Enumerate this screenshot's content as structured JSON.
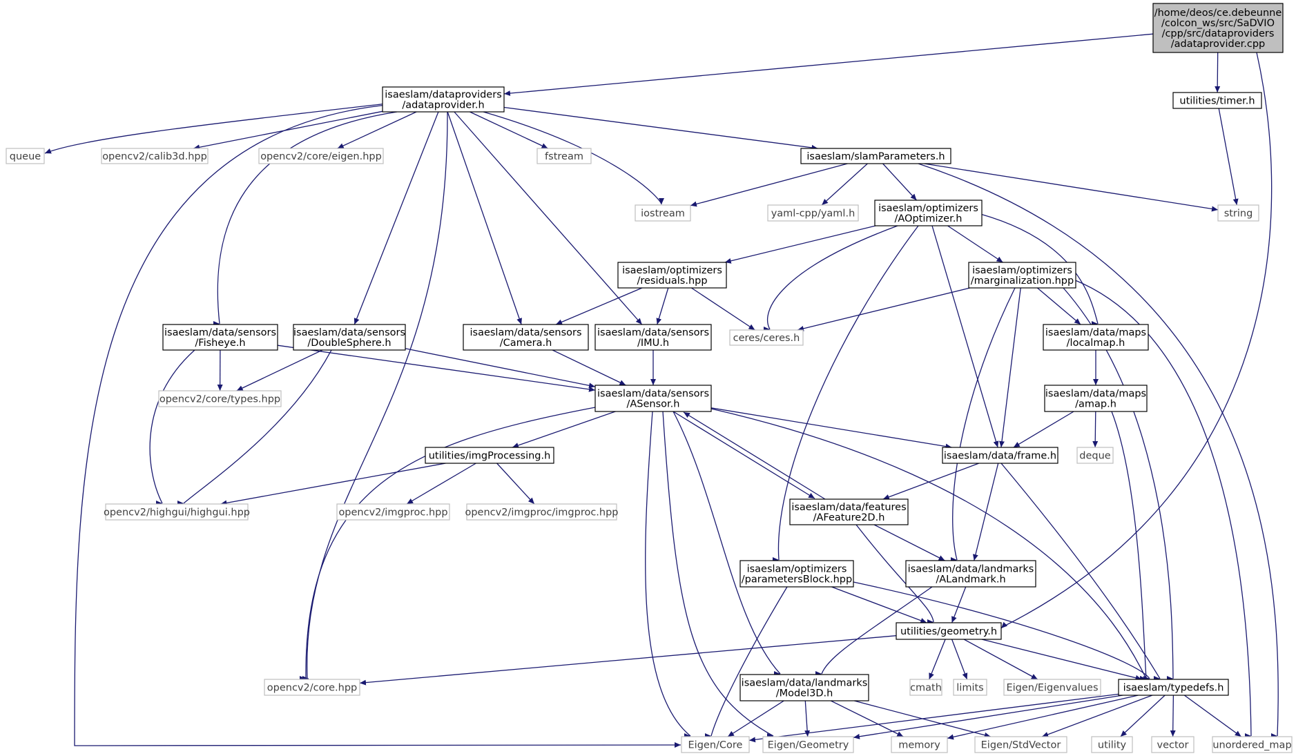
{
  "colors": {
    "edge": "#191970",
    "node_border": "#000000",
    "system_border": "#bfbfbf",
    "system_text": "#404040",
    "root_fill": "#bfbfbf",
    "text": "#000000"
  },
  "nodes": {
    "root": {
      "lines": [
        "/home/deos/ce.debeunne",
        "/colcon_ws/src/SaDVIO",
        "/cpp/src/dataproviders",
        "/adataprovider.cpp"
      ],
      "kind": "root"
    },
    "adataprovider_h": {
      "lines": [
        "isaeslam/dataproviders",
        "/adataprovider.h"
      ],
      "kind": "local"
    },
    "timer_h": {
      "lines": [
        "utilities/timer.h"
      ],
      "kind": "local"
    },
    "queue": {
      "lines": [
        "queue"
      ],
      "kind": "system"
    },
    "calib3d": {
      "lines": [
        "opencv2/calib3d.hpp"
      ],
      "kind": "system"
    },
    "core_eigen": {
      "lines": [
        "opencv2/core/eigen.hpp"
      ],
      "kind": "system"
    },
    "fstream": {
      "lines": [
        "fstream"
      ],
      "kind": "system"
    },
    "slamParameters": {
      "lines": [
        "isaeslam/slamParameters.h"
      ],
      "kind": "local"
    },
    "iostream": {
      "lines": [
        "iostream"
      ],
      "kind": "system"
    },
    "yaml": {
      "lines": [
        "yaml-cpp/yaml.h"
      ],
      "kind": "system"
    },
    "string": {
      "lines": [
        "string"
      ],
      "kind": "system"
    },
    "aoptimizer": {
      "lines": [
        "isaeslam/optimizers",
        "/AOptimizer.h"
      ],
      "kind": "local"
    },
    "residuals": {
      "lines": [
        "isaeslam/optimizers",
        "/residuals.hpp"
      ],
      "kind": "local"
    },
    "marginalization": {
      "lines": [
        "isaeslam/optimizers",
        "/marginalization.hpp"
      ],
      "kind": "local"
    },
    "fisheye": {
      "lines": [
        "isaeslam/data/sensors",
        "/Fisheye.h"
      ],
      "kind": "local"
    },
    "doublesphere": {
      "lines": [
        "isaeslam/data/sensors",
        "/DoubleSphere.h"
      ],
      "kind": "local"
    },
    "camera": {
      "lines": [
        "isaeslam/data/sensors",
        "/Camera.h"
      ],
      "kind": "local"
    },
    "imu": {
      "lines": [
        "isaeslam/data/sensors",
        "/IMU.h"
      ],
      "kind": "local"
    },
    "ceres": {
      "lines": [
        "ceres/ceres.h"
      ],
      "kind": "system"
    },
    "localmap": {
      "lines": [
        "isaeslam/data/maps",
        "/localmap.h"
      ],
      "kind": "local"
    },
    "types": {
      "lines": [
        "opencv2/core/types.hpp"
      ],
      "kind": "system"
    },
    "asensor": {
      "lines": [
        "isaeslam/data/sensors",
        "/ASensor.h"
      ],
      "kind": "local"
    },
    "amap": {
      "lines": [
        "isaeslam/data/maps",
        "/amap.h"
      ],
      "kind": "local"
    },
    "imgprocessing": {
      "lines": [
        "utilities/imgProcessing.h"
      ],
      "kind": "local"
    },
    "frame": {
      "lines": [
        "isaeslam/data/frame.h"
      ],
      "kind": "local"
    },
    "deque": {
      "lines": [
        "deque"
      ],
      "kind": "system"
    },
    "highgui": {
      "lines": [
        "opencv2/highgui/highgui.hpp"
      ],
      "kind": "system"
    },
    "imgproc": {
      "lines": [
        "opencv2/imgproc.hpp"
      ],
      "kind": "system"
    },
    "imgproc_imgproc": {
      "lines": [
        "opencv2/imgproc/imgproc.hpp"
      ],
      "kind": "system"
    },
    "afeature2d": {
      "lines": [
        "isaeslam/data/features",
        "/AFeature2D.h"
      ],
      "kind": "local"
    },
    "paramblock": {
      "lines": [
        "isaeslam/optimizers",
        "/parametersBlock.hpp"
      ],
      "kind": "local"
    },
    "alandmark": {
      "lines": [
        "isaeslam/data/landmarks",
        "/ALandmark.h"
      ],
      "kind": "local"
    },
    "geometry": {
      "lines": [
        "utilities/geometry.h"
      ],
      "kind": "local"
    },
    "core_hpp": {
      "lines": [
        "opencv2/core.hpp"
      ],
      "kind": "system"
    },
    "model3d": {
      "lines": [
        "isaeslam/data/landmarks",
        "/Model3D.h"
      ],
      "kind": "local"
    },
    "cmath": {
      "lines": [
        "cmath"
      ],
      "kind": "system"
    },
    "limits": {
      "lines": [
        "limits"
      ],
      "kind": "system"
    },
    "eigenvalues": {
      "lines": [
        "Eigen/Eigenvalues"
      ],
      "kind": "system"
    },
    "typedefs": {
      "lines": [
        "isaeslam/typedefs.h"
      ],
      "kind": "local"
    },
    "eigen_core": {
      "lines": [
        "Eigen/Core"
      ],
      "kind": "system"
    },
    "eigen_geometry": {
      "lines": [
        "Eigen/Geometry"
      ],
      "kind": "system"
    },
    "memory": {
      "lines": [
        "memory"
      ],
      "kind": "system"
    },
    "stdvector": {
      "lines": [
        "Eigen/StdVector"
      ],
      "kind": "system"
    },
    "utility": {
      "lines": [
        "utility"
      ],
      "kind": "system"
    },
    "vector": {
      "lines": [
        "vector"
      ],
      "kind": "system"
    },
    "unordered_map": {
      "lines": [
        "unordered_map"
      ],
      "kind": "system"
    }
  },
  "edges": [
    [
      "root",
      "adataprovider_h"
    ],
    [
      "root",
      "timer_h"
    ],
    [
      "root",
      "geometry"
    ],
    [
      "timer_h",
      "string"
    ],
    [
      "adataprovider_h",
      "queue"
    ],
    [
      "adataprovider_h",
      "calib3d"
    ],
    [
      "adataprovider_h",
      "core_eigen"
    ],
    [
      "adataprovider_h",
      "fstream"
    ],
    [
      "adataprovider_h",
      "iostream"
    ],
    [
      "adataprovider_h",
      "slamParameters"
    ],
    [
      "adataprovider_h",
      "eigen_core"
    ],
    [
      "adataprovider_h",
      "fisheye"
    ],
    [
      "adataprovider_h",
      "doublesphere"
    ],
    [
      "adataprovider_h",
      "camera"
    ],
    [
      "adataprovider_h",
      "imu"
    ],
    [
      "adataprovider_h",
      "core_hpp"
    ],
    [
      "slamParameters",
      "iostream"
    ],
    [
      "slamParameters",
      "yaml"
    ],
    [
      "slamParameters",
      "aoptimizer"
    ],
    [
      "slamParameters",
      "string"
    ],
    [
      "slamParameters",
      "unordered_map"
    ],
    [
      "aoptimizer",
      "residuals"
    ],
    [
      "aoptimizer",
      "ceres"
    ],
    [
      "aoptimizer",
      "marginalization"
    ],
    [
      "aoptimizer",
      "localmap"
    ],
    [
      "aoptimizer",
      "frame"
    ],
    [
      "aoptimizer",
      "paramblock"
    ],
    [
      "residuals",
      "camera"
    ],
    [
      "residuals",
      "imu"
    ],
    [
      "residuals",
      "ceres"
    ],
    [
      "marginalization",
      "ceres"
    ],
    [
      "marginalization",
      "localmap"
    ],
    [
      "marginalization",
      "frame"
    ],
    [
      "marginalization",
      "alandmark"
    ],
    [
      "marginalization",
      "typedefs"
    ],
    [
      "marginalization",
      "unordered_map"
    ],
    [
      "fisheye",
      "types"
    ],
    [
      "fisheye",
      "asensor"
    ],
    [
      "fisheye",
      "highgui"
    ],
    [
      "doublesphere",
      "types"
    ],
    [
      "doublesphere",
      "asensor"
    ],
    [
      "doublesphere",
      "highgui"
    ],
    [
      "camera",
      "asensor"
    ],
    [
      "imu",
      "asensor"
    ],
    [
      "localmap",
      "amap"
    ],
    [
      "amap",
      "deque"
    ],
    [
      "amap",
      "frame"
    ],
    [
      "amap",
      "typedefs"
    ],
    [
      "asensor",
      "imgprocessing"
    ],
    [
      "asensor",
      "frame"
    ],
    [
      "asensor",
      "afeature2d"
    ],
    [
      "asensor",
      "core_hpp"
    ],
    [
      "asensor",
      "eigen_core"
    ],
    [
      "asensor",
      "eigen_geometry"
    ],
    [
      "asensor",
      "model3d"
    ],
    [
      "asensor",
      "typedefs"
    ],
    [
      "afeature2d",
      "asensor"
    ],
    [
      "afeature2d",
      "alandmark"
    ],
    [
      "afeature2d",
      "geometry"
    ],
    [
      "imgprocessing",
      "highgui"
    ],
    [
      "imgprocessing",
      "imgproc"
    ],
    [
      "imgprocessing",
      "imgproc_imgproc"
    ],
    [
      "frame",
      "afeature2d"
    ],
    [
      "frame",
      "alandmark"
    ],
    [
      "frame",
      "typedefs"
    ],
    [
      "paramblock",
      "geometry"
    ],
    [
      "paramblock",
      "typedefs"
    ],
    [
      "paramblock",
      "eigen_core"
    ],
    [
      "alandmark",
      "geometry"
    ],
    [
      "alandmark",
      "model3d"
    ],
    [
      "geometry",
      "core_hpp"
    ],
    [
      "geometry",
      "cmath"
    ],
    [
      "geometry",
      "limits"
    ],
    [
      "geometry",
      "eigenvalues"
    ],
    [
      "geometry",
      "typedefs"
    ],
    [
      "model3d",
      "eigen_core"
    ],
    [
      "model3d",
      "eigen_geometry"
    ],
    [
      "model3d",
      "memory"
    ],
    [
      "model3d",
      "stdvector"
    ],
    [
      "typedefs",
      "eigen_core"
    ],
    [
      "typedefs",
      "eigen_geometry"
    ],
    [
      "typedefs",
      "memory"
    ],
    [
      "typedefs",
      "stdvector"
    ],
    [
      "typedefs",
      "utility"
    ],
    [
      "typedefs",
      "vector"
    ],
    [
      "typedefs",
      "unordered_map"
    ]
  ]
}
